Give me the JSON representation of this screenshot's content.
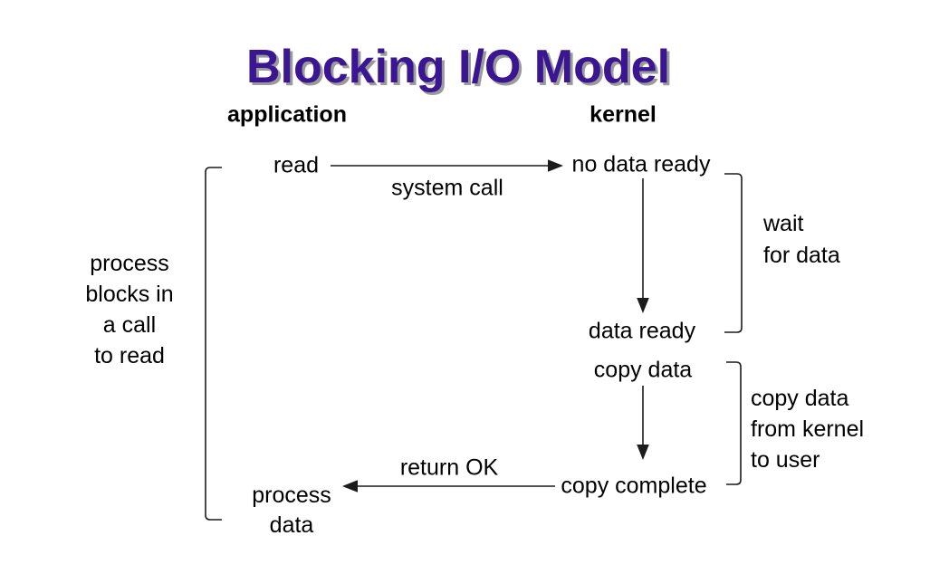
{
  "title": {
    "text": "Blocking I/O Model"
  },
  "colors": {
    "title": "#3b1693",
    "title_shadow": "#9b9b9b",
    "text": "#000000",
    "line": "#1c1c1c",
    "background": "#ffffff"
  },
  "headers": {
    "application": "application",
    "kernel": "kernel"
  },
  "nodes": {
    "read": "read",
    "no_data_ready": "no data ready",
    "data_ready": "data ready",
    "copy_data": "copy data",
    "copy_complete": "copy complete",
    "process_data": {
      "line1": "process",
      "line2": "data"
    }
  },
  "edge_labels": {
    "system_call": "system call",
    "return_ok": "return OK"
  },
  "annotations": {
    "process_blocks": [
      "process",
      "blocks in",
      "a call",
      "to read"
    ],
    "wait_for_data": [
      "wait",
      "for data"
    ],
    "copy_kernel_user": [
      "copy data",
      "from kernel",
      "to user"
    ]
  }
}
